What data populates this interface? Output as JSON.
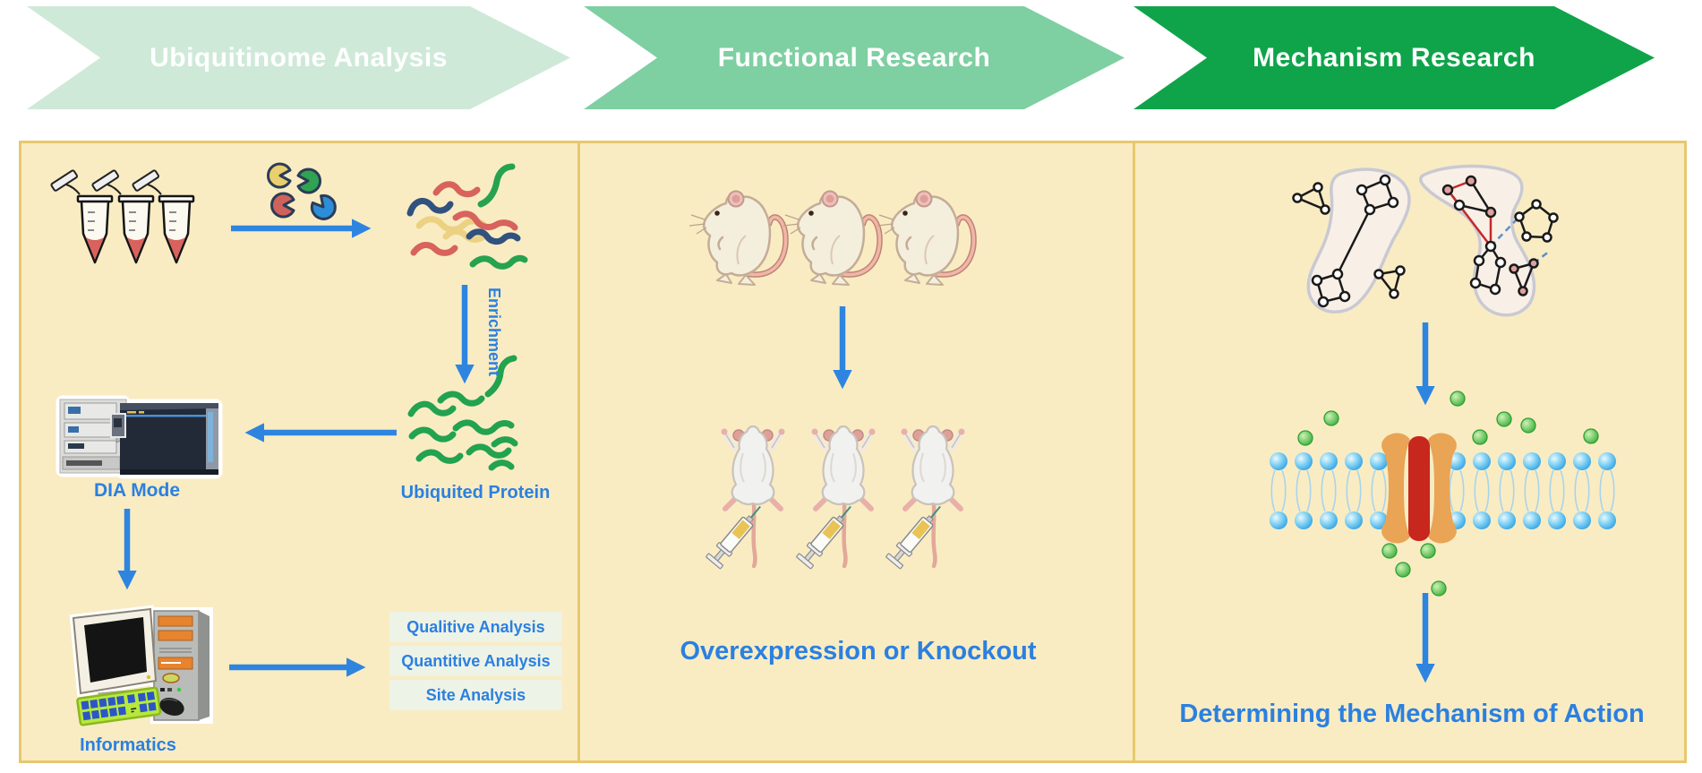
{
  "banners": [
    {
      "label": "Ubiquitinome Analysis"
    },
    {
      "label": "Functional Research"
    },
    {
      "label": "Mechanism Research"
    }
  ],
  "ubiquitinome_panel": {
    "enrichment_label": "Enrichment",
    "protein_label": "Ubiquited Protein",
    "instrument_label": "DIA Mode",
    "computer_label": "Informatics",
    "analysis_items": [
      {
        "label": "Qualitive Analysis"
      },
      {
        "label": "Quantitive Analysis"
      },
      {
        "label": "Site Analysis"
      }
    ]
  },
  "functional_panel": {
    "caption": "Overexpression or Knockout"
  },
  "mechanism_panel": {
    "caption": "Determining the Mechanism of Action"
  },
  "colors": {
    "accent_blue": "#2b80e0",
    "arrow_blue": "#2e85e0",
    "panel_bg": "#f9ecc3",
    "panel_border": "#e8c76e",
    "banner_stage1": "#cfe9d9",
    "banner_stage2": "#7ecfa1",
    "banner_stage3": "#0fa44a"
  }
}
